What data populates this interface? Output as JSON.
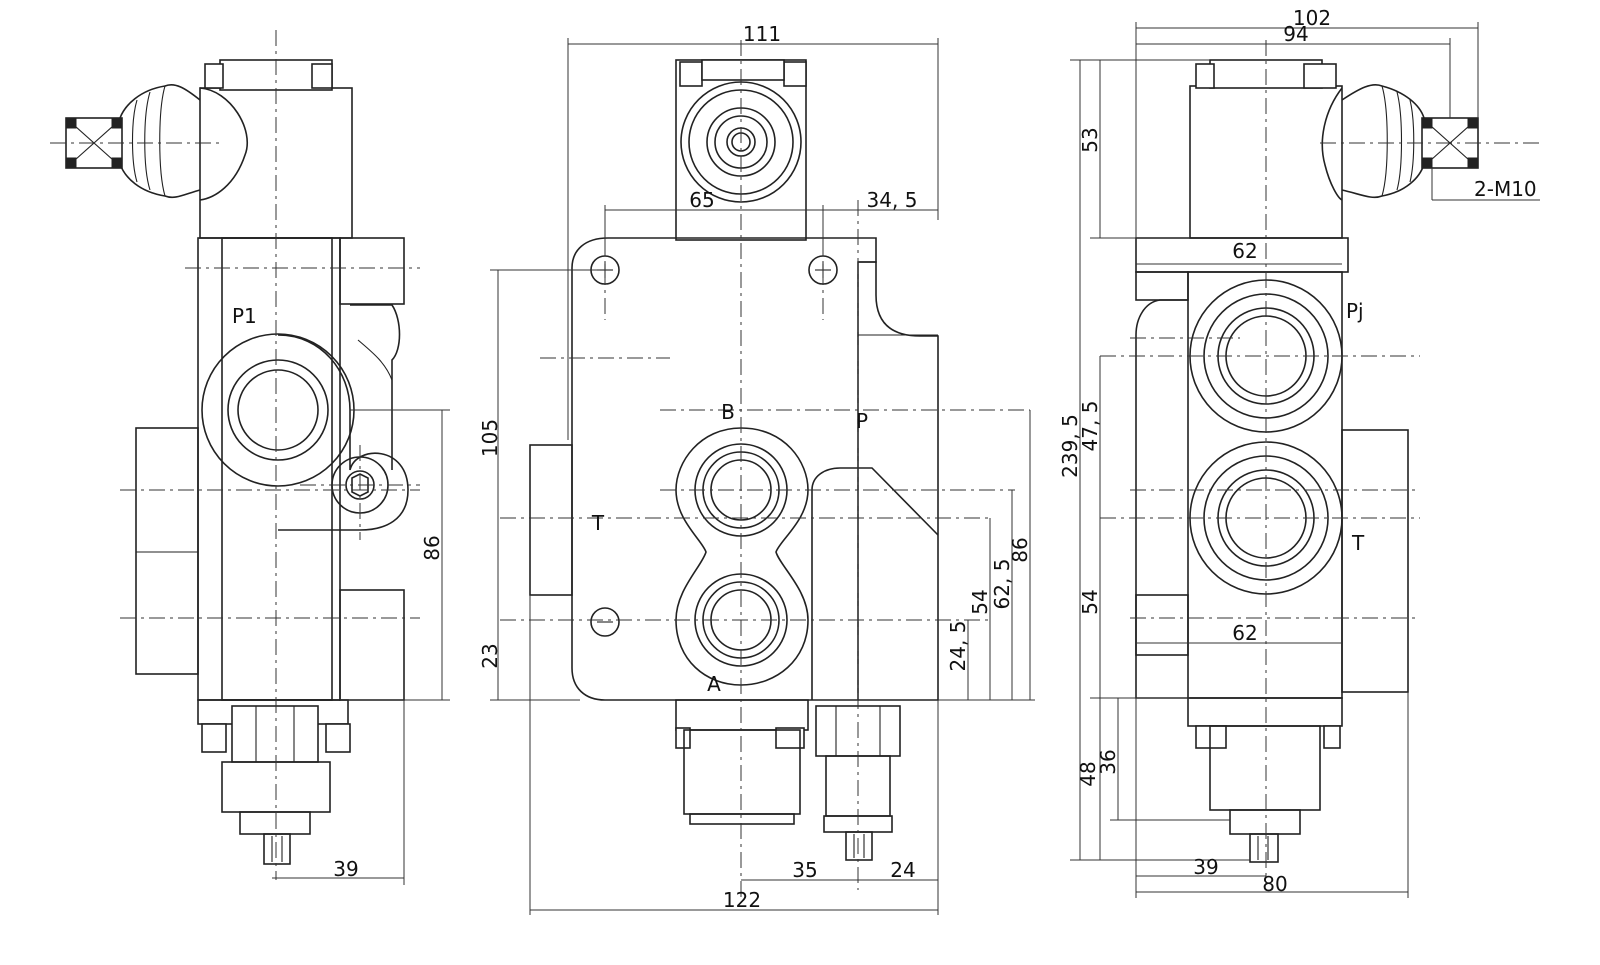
{
  "views": {
    "left": {
      "ports": {
        "p1": "P1"
      },
      "dims": {
        "h86": "86",
        "w39": "39"
      }
    },
    "middle": {
      "ports": {
        "b": "B",
        "t": "T",
        "p": "P",
        "a": "A"
      },
      "dims": {
        "w111": "111",
        "w65": "65",
        "w34_5": "34, 5",
        "h105": "105",
        "h23": "23",
        "h24_5": "24, 5",
        "h54": "54",
        "h62_5": "62, 5",
        "h86": "86",
        "w35": "35",
        "w24": "24",
        "w122": "122"
      }
    },
    "right": {
      "ports": {
        "pj": "Pj",
        "t": "T"
      },
      "dims": {
        "w102": "102",
        "w94": "94",
        "thread": "2-M10",
        "h53": "53",
        "w62_top": "62",
        "h239_5": "239, 5",
        "h47_5": "47, 5",
        "h54": "54",
        "w62_bottom": "62",
        "h48": "48",
        "h36": "36",
        "w39": "39",
        "w80": "80"
      }
    }
  }
}
